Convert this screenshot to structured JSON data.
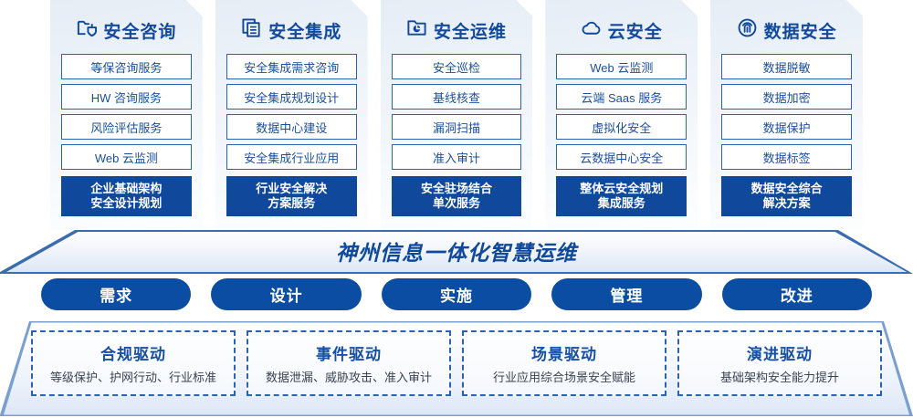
{
  "columns": [
    {
      "icon": "folder-shield-icon",
      "title": "安全咨询",
      "items": [
        "等保咨询服务",
        "HW 咨询服务",
        "风险评估服务",
        "Web 云监测"
      ],
      "footer": "企业基础架构\n安全设计规划"
    },
    {
      "icon": "stacked-documents-icon",
      "title": "安全集成",
      "items": [
        "安全集成需求咨询",
        "安全集成规划设计",
        "数据中心建设",
        "安全集成行业应用"
      ],
      "footer": "行业安全解决\n方案服务"
    },
    {
      "icon": "folder-chart-icon",
      "title": "安全运维",
      "items": [
        "安全巡检",
        "基线核查",
        "漏洞扫描",
        "准入审计"
      ],
      "footer": "安全驻场结合\n单次服务"
    },
    {
      "icon": "cloud-icon",
      "title": "云安全",
      "items": [
        "Web 云监测",
        "云端 Saas 服务",
        "虚拟化安全",
        "云数据中心安全"
      ],
      "footer": "整体云安全规划\n集成服务"
    },
    {
      "icon": "fingerprint-icon",
      "title": "数据安全",
      "items": [
        "数据脱敏",
        "数据加密",
        "数据保护",
        "数据标签"
      ],
      "footer": "数据安全综合\n解决方案"
    }
  ],
  "banner": {
    "text": "神州信息一体化智慧运维"
  },
  "phases": [
    {
      "label": "需求"
    },
    {
      "label": "设计"
    },
    {
      "label": "实施"
    },
    {
      "label": "管理"
    },
    {
      "label": "改进"
    }
  ],
  "drivers": [
    {
      "title": "合规驱动",
      "subtitle": "等级保护、护网行动、行业标准"
    },
    {
      "title": "事件驱动",
      "subtitle": "数据泄漏、威胁攻击、准入审计"
    },
    {
      "title": "场景驱动",
      "subtitle": "行业应用综合场景安全赋能"
    },
    {
      "title": "演进驱动",
      "subtitle": "基础架构安全能力提升"
    }
  ],
  "colors": {
    "primary": "#10499b",
    "accent": "#0b4da2",
    "border": "#2d63ae",
    "text": "#1b4f9c"
  }
}
